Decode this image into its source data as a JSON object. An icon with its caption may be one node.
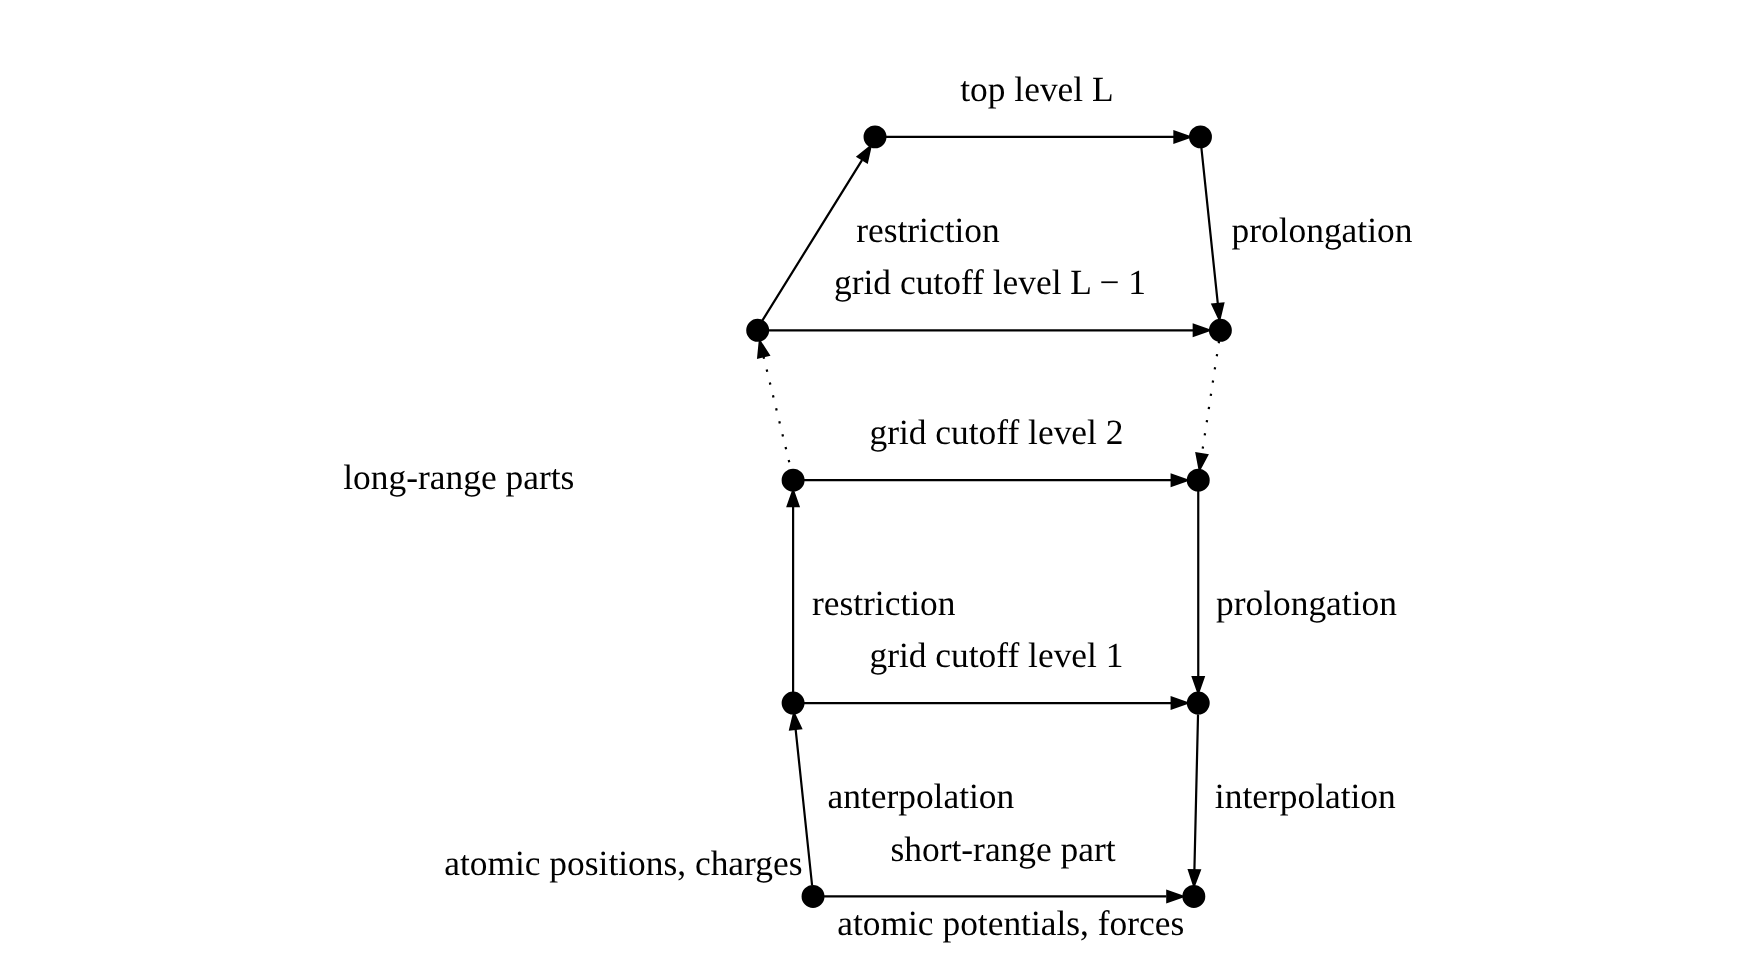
{
  "diagram": {
    "nodes": [
      {
        "text": [],
        "shape": "circle"
      },
      {
        "text": [],
        "shape": "circle"
      },
      {
        "text": [],
        "shape": "circle"
      },
      {
        "text": [],
        "shape": "circle"
      },
      {
        "text": [],
        "shape": "circle"
      },
      {
        "text": [],
        "shape": "circle"
      },
      {
        "text": [],
        "shape": "circle"
      },
      {
        "text": [],
        "shape": "circle"
      },
      {
        "text": [],
        "shape": "circle",
        "beside": [
          "atomic positions, charges"
        ]
      },
      {
        "text": [],
        "shape": "circle",
        "beside": [
          "atomic potentials, forces"
        ]
      }
    ],
    "edges": [
      {
        "from": 8,
        "to": 6,
        "arrow": "to",
        "label": "anterpolation"
      },
      {
        "from": 6,
        "to": 4,
        "arrow": "to",
        "label": "restriction"
      },
      {
        "from": 4,
        "to": 2,
        "arrow": "to",
        "style": "dashed"
      },
      {
        "from": 2,
        "to": 0,
        "arrow": "to",
        "label": "restriction"
      },
      {
        "from": 0,
        "to": 1,
        "arrow": "to",
        "label": "top level L"
      },
      {
        "from": 1,
        "to": 3,
        "arrow": "to",
        "label": "prolongation"
      },
      {
        "from": 3,
        "to": 5,
        "arrow": "to",
        "style": "dashed"
      },
      {
        "from": 5,
        "to": 7,
        "arrow": "to",
        "label": "prolongation"
      },
      {
        "from": 7,
        "to": 9,
        "arrow": "to",
        "label": "interpolation"
      },
      {
        "from": 2,
        "to": 3,
        "arrow": "to",
        "label": "grid cutoff level L − 1"
      },
      {
        "from": 4,
        "to": 5,
        "arrow": "to",
        "label": "grid cutoff level 2"
      },
      {
        "from": 6,
        "to": 7,
        "arrow": "to",
        "label": "grid cutoff level 1"
      },
      {
        "from": 8,
        "to": 9,
        "arrow": "to",
        "label": "short-range part"
      }
    ],
    "labels": [
      "long-range parts"
    ]
  }
}
